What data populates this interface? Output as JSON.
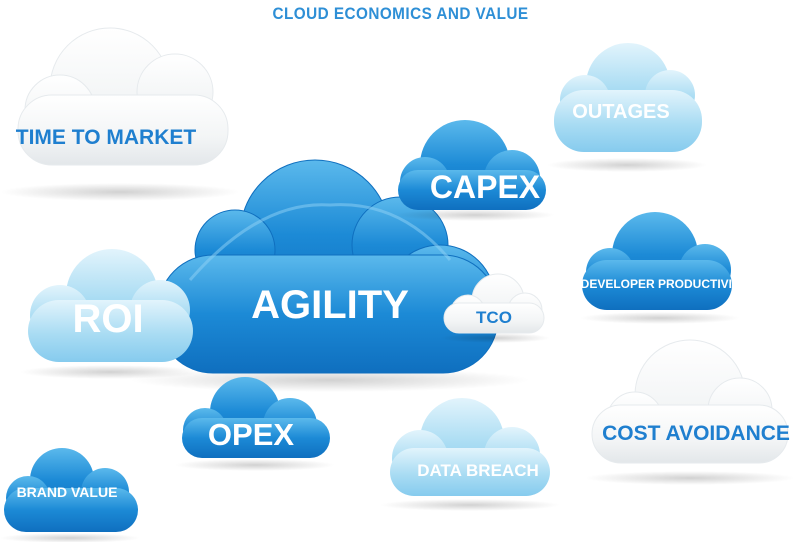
{
  "title": "CLOUD ECONOMICS AND VALUE",
  "colors": {
    "title": "#2e8fd6",
    "deep_blue": "#1a84d0",
    "light_blue": "#a9dcf3",
    "white_cloud": "#f4f6f7",
    "blue_text": "#1f7fcf",
    "white_text": "#ffffff"
  },
  "clouds": {
    "time_to_market": "TIME TO MARKET",
    "outages": "OUTAGES",
    "capex": "CAPEX",
    "agility": "AGILITY",
    "developer_productivity": "DEVELOPER PRODUCTIVITY",
    "roi": "ROI",
    "tco": "TCO",
    "cost_avoidance": "COST AVOIDANCE",
    "opex": "OPEX",
    "data_breach": "DATA BREACH",
    "brand_value": "BRAND VALUE"
  }
}
